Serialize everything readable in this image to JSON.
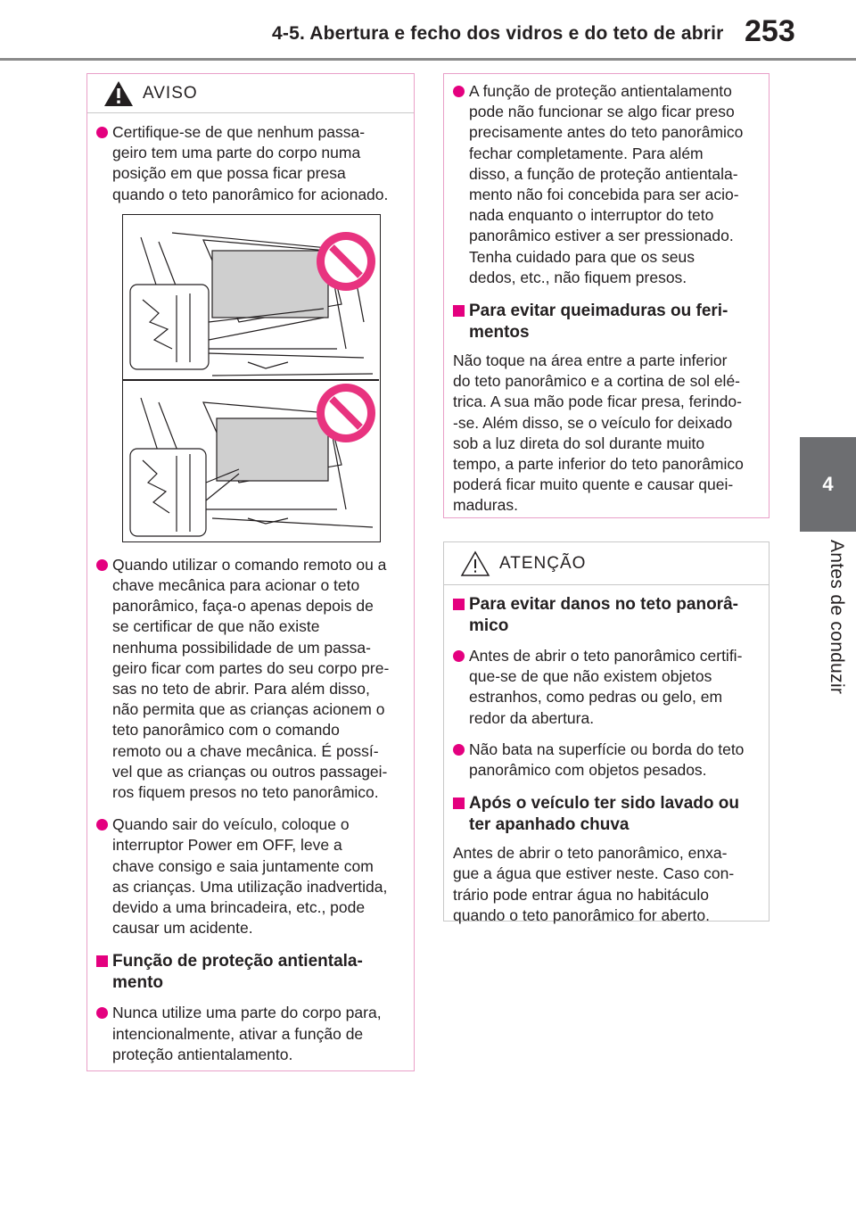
{
  "header": {
    "title": "4-5. Abertura e fecho dos vidros e do teto de abrir",
    "page_number": "253"
  },
  "side_tab": {
    "number": "4",
    "label": "Antes de conduzir"
  },
  "aviso_box": {
    "title": "AVISO",
    "bullet1": "Certifique-se de que nenhum passa-\ngeiro tem uma parte do corpo numa\nposição em que possa ficar presa\nquando o teto panorâmico for acionado.",
    "bullet2": "Quando utilizar o comando remoto ou a\nchave mecânica para acionar o teto\npanorâmico, faça-o apenas depois de\nse certificar de que não existe\nnenhuma possibilidade de um passa-\ngeiro ficar com partes do seu corpo pre-\nsas no teto de abrir. Para além disso,\nnão permita que as crianças acionem o\nteto panorâmico com o comando\nremoto ou a chave mecânica. É possí-\nvel que as crianças ou outros passagei-\nros fiquem presos no teto panorâmico.",
    "bullet3": "Quando sair do veículo, coloque o\ninterruptor Power em OFF, leve a\nchave consigo e saia juntamente com\nas crianças. Uma utilização inadvertida,\ndevido a uma brincadeira, etc., pode\ncausar um acidente.",
    "section_title": "Função de proteção antientala-\nmento",
    "bullet4": "Nunca utilize uma parte do corpo para,\nintencionalmente, ativar a função de\nproteção antientalamento."
  },
  "right_top_box": {
    "bullet1": "A função de proteção antientalamento\npode não funcionar se algo ficar preso\nprecisamente antes do teto panorâmico\nfechar completamente. Para além\ndisso, a função de proteção antientala-\nmento não foi concebida para ser acio-\nnada enquanto o interruptor do teto\npanorâmico estiver a ser pressionado.\nTenha cuidado para que os seus\ndedos, etc., não fiquem presos.",
    "section_title": "Para evitar queimaduras ou feri-\nmentos",
    "paragraph": "Não toque na área entre a parte inferior\ndo teto panorâmico e a cortina de sol elé-\ntrica. A sua mão pode ficar presa, ferindo-\n-se. Além disso, se o veículo for deixado\nsob a luz direta do sol durante muito\ntempo, a parte inferior do teto panorâmico\npoderá ficar muito quente e causar quei-\nmaduras."
  },
  "atencao_box": {
    "title": "ATENÇÃO",
    "section1_title": "Para evitar danos no teto panorâ-\nmico",
    "bullet1": "Antes de abrir o teto panorâmico certifi-\nque-se de que não existem objetos\nestranhos, como pedras ou gelo, em\nredor da abertura.",
    "bullet2": "Não bata na superfície ou borda do teto\npanorâmico com objetos pesados.",
    "section2_title": "Após o veículo ter sido lavado ou\nter apanhado chuva",
    "paragraph": "Antes de abrir o teto panorâmico, enxa-\ngue a água que estiver neste. Caso con-\ntrário pode entrar água no habitáculo\nquando o teto panorâmico for aberto."
  },
  "colors": {
    "accent": "#e4007f",
    "aviso_border": "#e9a0c8",
    "atencao_border": "#c8c8c8",
    "side_tab": "#6d6e71",
    "prohibition": "#e8337f"
  }
}
